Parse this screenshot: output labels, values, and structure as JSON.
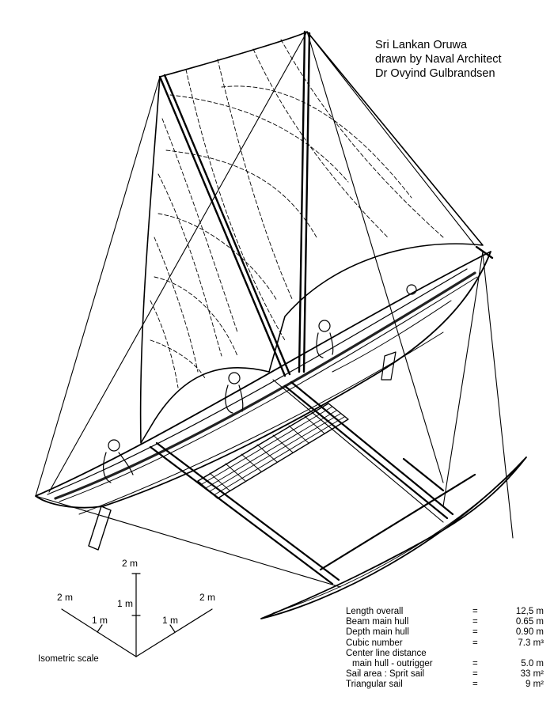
{
  "title": {
    "line1": "Sri Lankan Oruwa",
    "line2": "drawn by Naval Architect",
    "line3": "Dr Ovyind Gulbrandsen"
  },
  "scale": {
    "caption": "Isometric scale",
    "up_label": "2 m",
    "left_far_label": "2 m",
    "left_near_label": "1 m",
    "right_far_label": "2 m",
    "right_near_label": "1 m",
    "center_label": "1 m"
  },
  "specs": [
    {
      "label": "Length overall",
      "eq": "=",
      "value": "12,5 m"
    },
    {
      "label": "Beam main hull",
      "eq": "=",
      "value": "0.65 m"
    },
    {
      "label": "Depth main hull",
      "eq": "=",
      "value": "0.90 m"
    },
    {
      "label": "Cubic number",
      "eq": "=",
      "value": "7.3 m³"
    },
    {
      "label": "Center line distance",
      "eq": "",
      "value": ""
    },
    {
      "label": "main hull - outrigger",
      "eq": "=",
      "value": "5.0 m",
      "indent": true
    },
    {
      "label": "Sail area : Sprit sail",
      "eq": "=",
      "value": "33 m²"
    },
    {
      "label": "Triangular sail",
      "eq": "=",
      "value": "9 m²",
      "indent": true
    }
  ]
}
